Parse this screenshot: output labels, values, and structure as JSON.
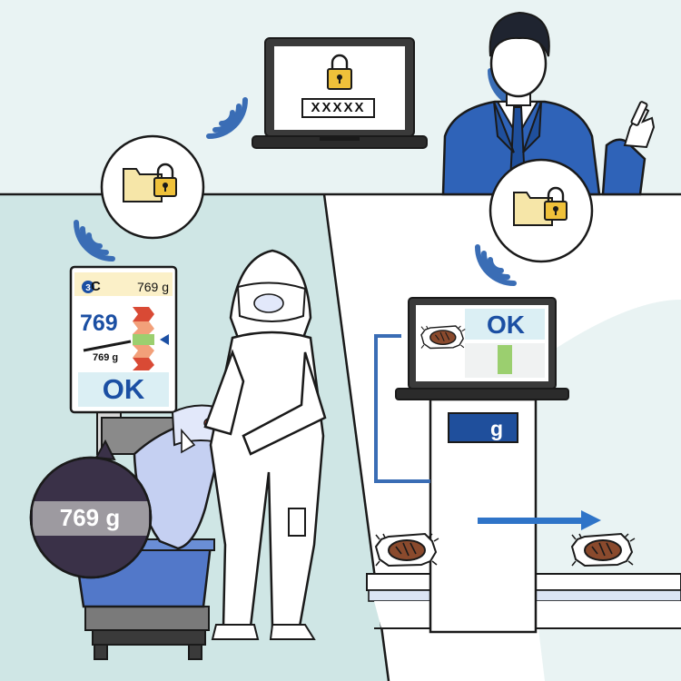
{
  "laptop_top": {
    "password_mask": "XXXXX"
  },
  "scale_display": {
    "zone_number": "3",
    "zone_letter": "C",
    "weight": "769 g",
    "big_value": "769",
    "small_value": "769 g",
    "status": "OK",
    "level_fraction": 0.5
  },
  "callout_bubble": {
    "text": "769 g"
  },
  "laptop_right": {
    "status": "OK"
  },
  "kiosk": {
    "label": "g"
  },
  "colors": {
    "sky": "#e9f3f3",
    "left_floor": "#cfe6e5",
    "blue_dark": "#1f4f9c",
    "blue_accent": "#2f74c8",
    "wifi": "#3a6db5",
    "screen_blue": "#dbeff4",
    "folder": "#f6e6a8",
    "lock": "#efc13a",
    "ok_green": "#9bcf6f",
    "scale_red": "#d94a35",
    "scale_orange": "#f2a07a",
    "bubble_dark": "#3a3148",
    "bubble_gray": "#9d9aa0",
    "bin_blue": "#5278c9"
  },
  "icons": [
    "laptop-lock-icon",
    "folder-lock-icon",
    "wifi-icon",
    "scale-terminal",
    "worker-figure",
    "admin-figure",
    "weighing-kiosk",
    "conveyor-belt",
    "food-package-icon",
    "arrow-right-icon"
  ]
}
